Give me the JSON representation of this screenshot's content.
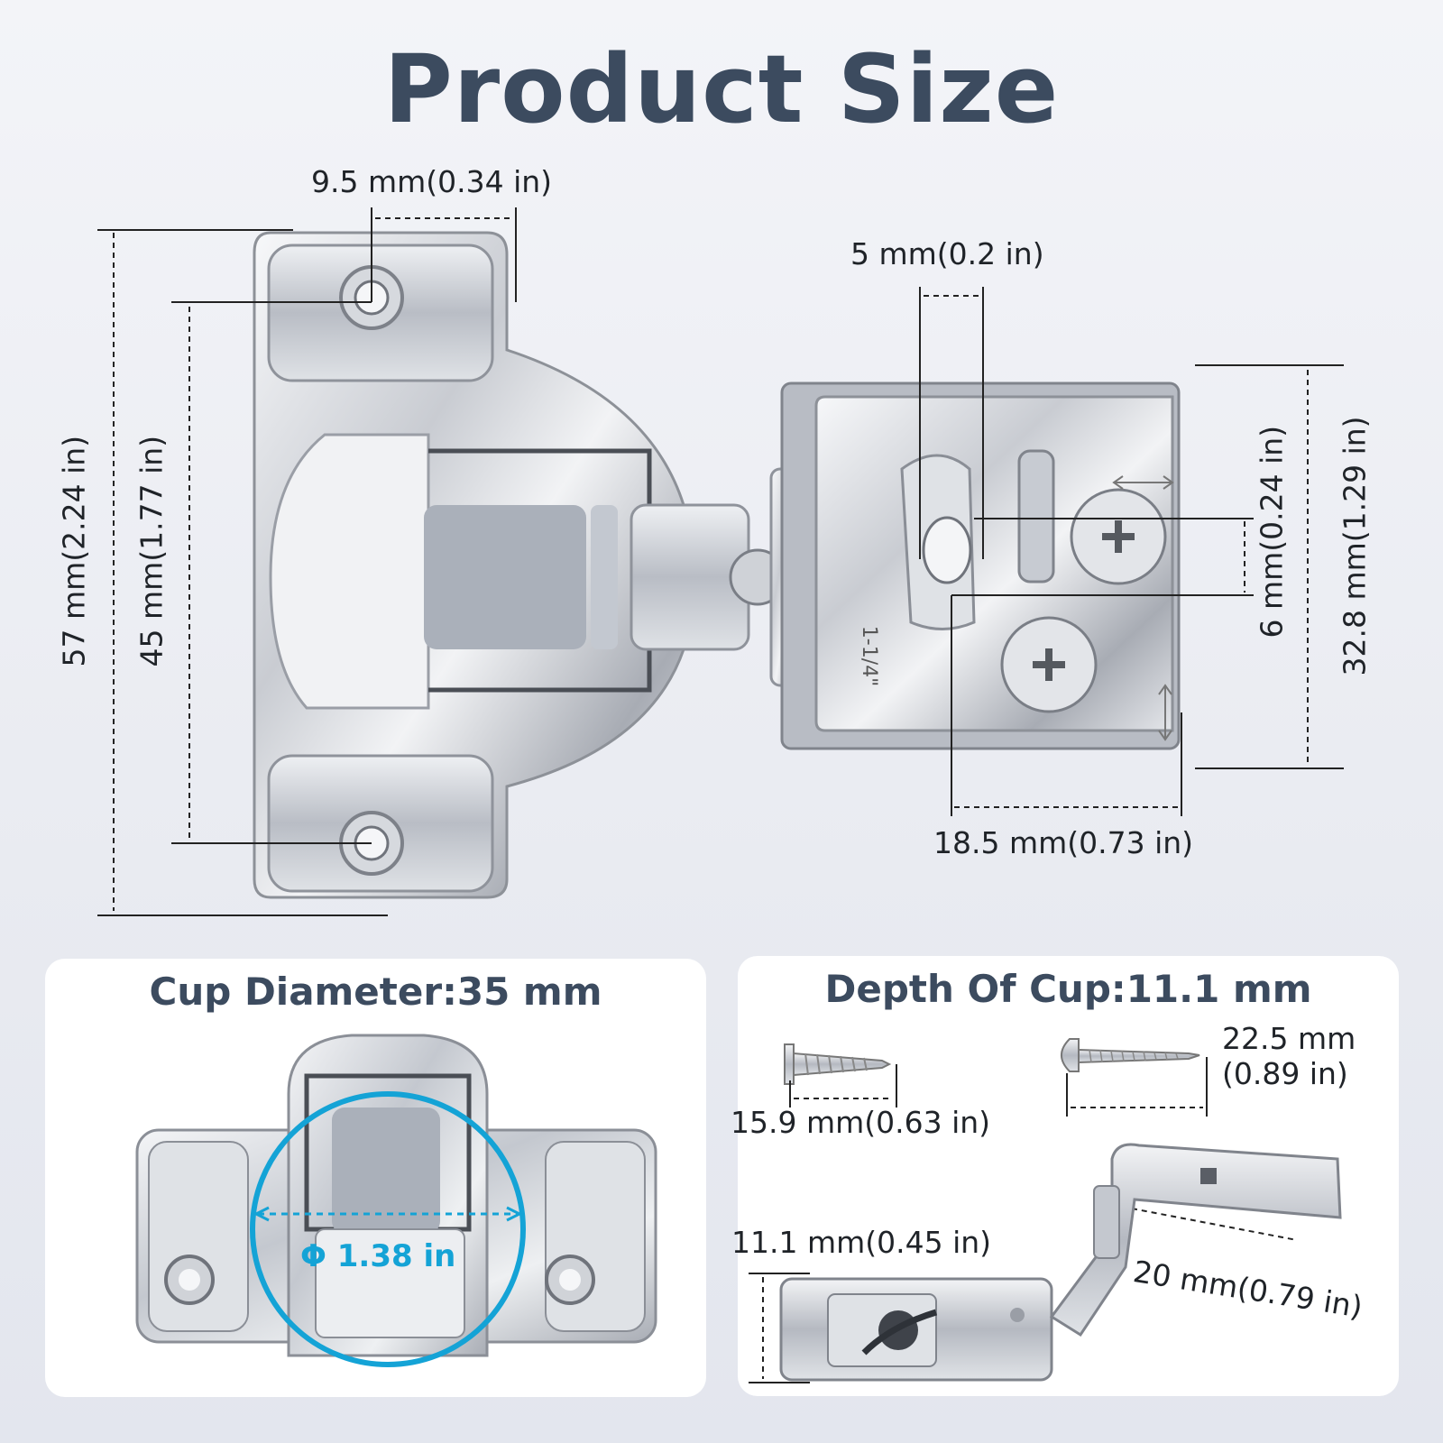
{
  "title": "Product Size",
  "main_view": {
    "top_hole_width": "9.5 mm(0.34 in)",
    "overall_height": "57 mm(2.24 in)",
    "hole_spacing": "45 mm(1.77 in)",
    "slot_width": "5 mm(0.2 in)",
    "slot_offset": "6 mm(0.24 in)",
    "plate_height": "32.8 mm(1.29 in)",
    "plate_width": "18.5 mm(0.73 in)",
    "overlay_mark": "1-1/4\""
  },
  "cup_card": {
    "title": "Cup Diameter:35 mm",
    "diameter_label": "Φ 1.38 in",
    "accent_color": "#14a3d6"
  },
  "depth_card": {
    "title": "Depth Of Cup:11.1 mm",
    "short_screw": "15.9 mm(0.63 in)",
    "long_screw_line1": "22.5 mm",
    "long_screw_line2": "(0.89 in)",
    "cup_depth": "11.1 mm(0.45 in)",
    "arm_length": "20 mm(0.79 in)"
  }
}
